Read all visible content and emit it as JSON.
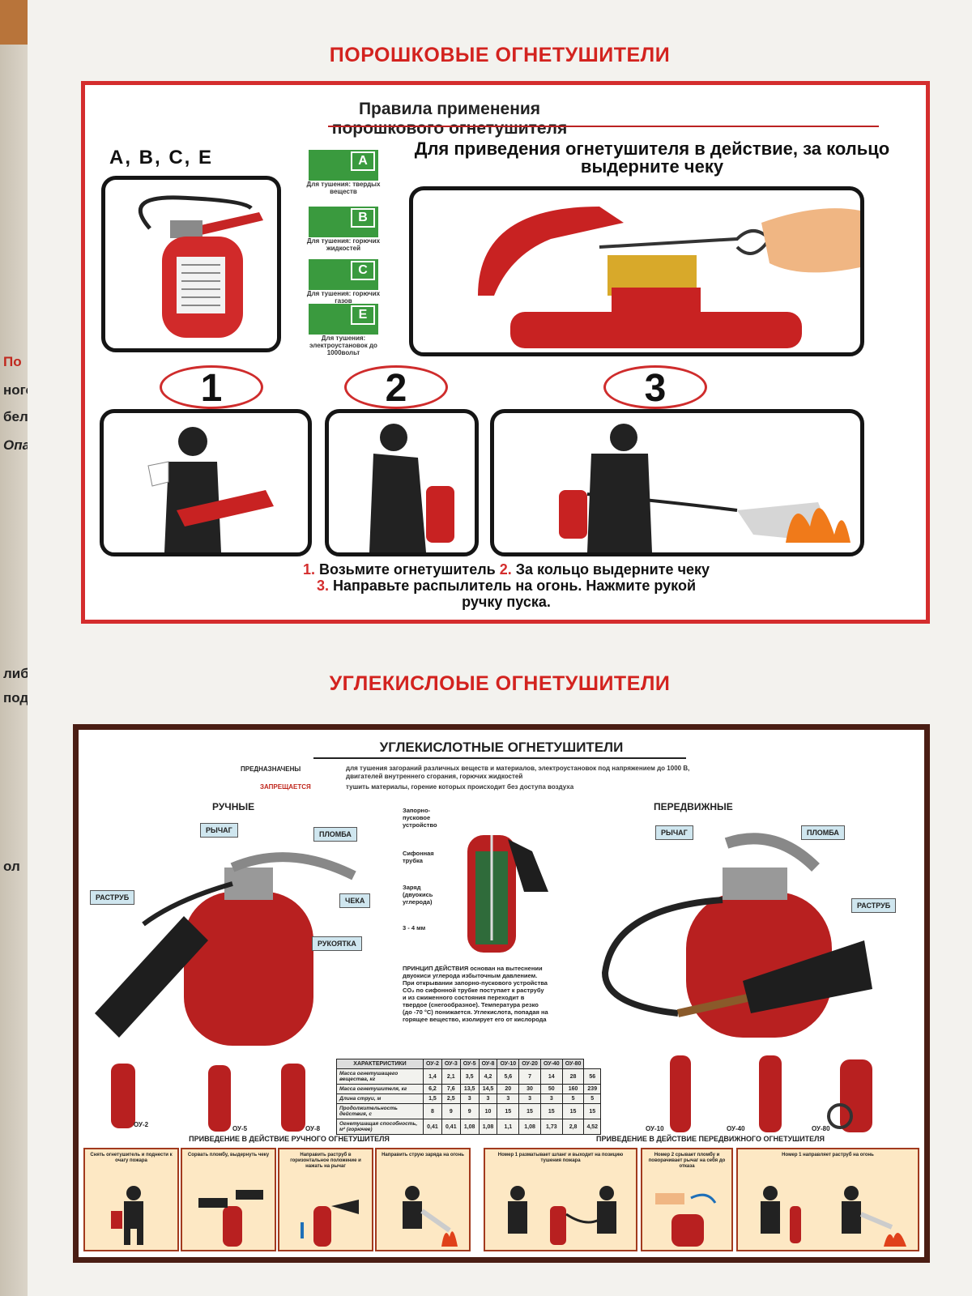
{
  "side_fragments": [
    "По",
    "ного",
    "бел",
    "Опа",
    "либ",
    "под",
    "ол"
  ],
  "sections": {
    "powder_heading": "ПОРОШКОВЫЕ  ОГНЕТУШИТЕЛИ",
    "co2_heading": "УГЛЕКИСЛОЫЕ  ОГНЕТУШИТЕЛИ"
  },
  "powder_poster": {
    "title_line1": "Правила применения",
    "title_line2": "порошкового огнетушителя",
    "classes": "A, B, C, E",
    "instruction": "Для приведения огнетушителя в действие, за кольцо выдерните чеку",
    "fire_classes": [
      {
        "letter": "A",
        "caption": "Для тушения: твердых веществ"
      },
      {
        "letter": "B",
        "caption": "Для тушения: горючих жидкостей"
      },
      {
        "letter": "C",
        "caption": "Для тушения: горючих газов"
      },
      {
        "letter": "E",
        "caption": "Для тушения: электроустановок до 1000вольт"
      }
    ],
    "step_numbers": [
      "1",
      "2",
      "3"
    ],
    "steps_n1": "1.",
    "steps_t1": " Возьмите огнетушитель ",
    "steps_n2": "2.",
    "steps_t2": " За кольцо выдерните чеку",
    "steps_n3": "3.",
    "steps_t3": " Направьте распылитель на огонь. Нажмите рукой",
    "steps_t4": "ручку пуска."
  },
  "co2_poster": {
    "title": "УГЛЕКИСЛОТНЫЕ ОГНЕТУШИТЕЛИ",
    "purpose_label": "ПРЕДНАЗНАЧЕНЫ",
    "purpose_text": "для тушения загораний различных веществ и материалов, электроустановок под напряжением до 1000 В, двигателей внутреннего сгорания, горючих жидкостей",
    "forbidden_label": "ЗАПРЕЩАЕТСЯ",
    "forbidden_text": "тушить материалы, горение которых происходит без доступа воздуха",
    "manual_label": "РУЧНЫЕ",
    "mobile_label": "ПЕРЕДВИЖНЫЕ",
    "tags_manual": [
      "РЫЧАГ",
      "ПЛОМБА",
      "РАСТРУБ",
      "ЧЕКА",
      "РУКОЯТКА"
    ],
    "tags_mobile": [
      "РЫЧАГ",
      "ПЛОМБА",
      "РАСТРУБ"
    ],
    "callouts": [
      "Запорно-пусковое устройство",
      "Сифонная трубка",
      "Заряд (двуокись углерода)",
      "3 - 4 мм"
    ],
    "principle": "ПРИНЦИП ДЕЙСТВИЯ основан на вытеснении двуокиси углерода избыточным давлением. При открывании запорно-пускового устройства CO₂ по сифонной трубке поступает к раструбу и из сжиженного состояния переходит в твердое (снегообразное). Температура резко (до -70 °С) понижается. Углекислота, попадая на горящее вещество, изолирует его от кислорода",
    "table": {
      "headers": [
        "ХАРАКТЕРИСТИКИ",
        "ОУ-2",
        "ОУ-3",
        "ОУ-5",
        "ОУ-8",
        "ОУ-10",
        "ОУ-20",
        "ОУ-40",
        "ОУ-80"
      ],
      "rows": [
        [
          "Масса огнетушащего вещества, кг",
          "1,4",
          "2,1",
          "3,5",
          "4,2",
          "5,6",
          "7",
          "14",
          "28",
          "56"
        ],
        [
          "Масса огнетушителя, кг",
          "6,2",
          "7,6",
          "13,5",
          "14,5",
          "20",
          "30",
          "50",
          "160",
          "239"
        ],
        [
          "Длина струи, м",
          "1,5",
          "2,5",
          "3",
          "3",
          "3",
          "3",
          "3",
          "5",
          "5"
        ],
        [
          "Продолжительность действия, с",
          "8",
          "9",
          "9",
          "10",
          "15",
          "15",
          "15",
          "15",
          "15"
        ],
        [
          "Огнетушащая способность, м² (горючее)",
          "0,41",
          "0,41",
          "1,08",
          "1,08",
          "1,1",
          "1,08",
          "1,73",
          "2,8",
          "4,52"
        ]
      ]
    },
    "models_manual": [
      "ОУ-2",
      "ОУ-5",
      "ОУ-8"
    ],
    "models_mobile": [
      "ОУ-10",
      "ОУ-40",
      "ОУ-80"
    ],
    "manual_action_heading": "ПРИВЕДЕНИЕ В ДЕЙСТВИЕ РУЧНОГО ОГНЕТУШИТЕЛЯ",
    "mobile_action_heading": "ПРИВЕДЕНИЕ В ДЕЙСТВИЕ ПЕРЕДВИЖНОГО ОГНЕТУШИТЕЛЯ",
    "manual_steps": [
      "Снять огнетушитель и поднести к очагу пожара",
      "Сорвать пломбу, выдернуть чеку",
      "Направить раструб в горизонтальное положение и нажать на рычаг",
      "Направить струю заряда на огонь"
    ],
    "mobile_steps": [
      "Номер 1 разматывает шланг и выходит на позицию тушения пожара",
      "Номер 2 срывает пломбу и поворачивает рычаг на себя до отказа",
      "Номер 1 направляет раструб на огонь"
    ]
  }
}
